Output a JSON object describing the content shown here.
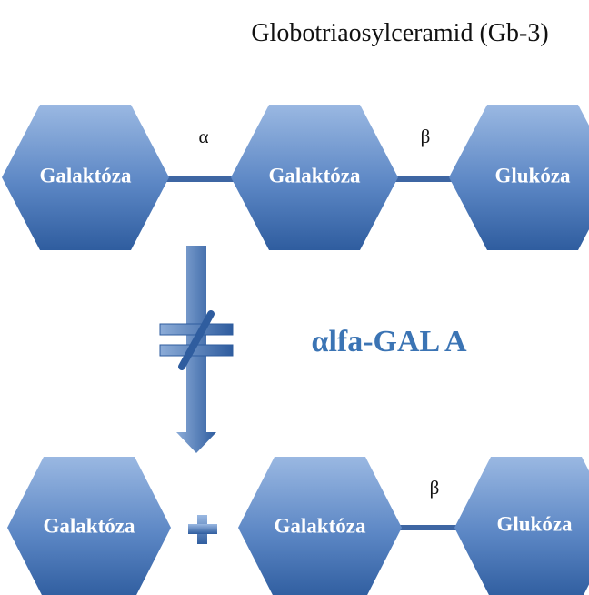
{
  "title": "Globotriaosylceramid (Gb-3)",
  "enzyme": "αlfa-GAL A",
  "colors": {
    "hex_light": "#9ab8e2",
    "hex_dark": "#2f5d9f",
    "arrow_light": "#8cacd8",
    "arrow_dark": "#2f5d9f",
    "enzyme_text": "#3b74b4",
    "bond_line": "#3e66a3"
  },
  "substrate": {
    "units": [
      "Galaktóza",
      "Galaktóza",
      "Glukóza"
    ],
    "bonds": [
      "α",
      "β"
    ]
  },
  "products": {
    "units": [
      "Galaktóza",
      "Galaktóza",
      "Glukóza"
    ],
    "plus": "+",
    "bond": "β"
  },
  "icons": [
    "down-arrow-icon",
    "not-equal-icon",
    "plus-icon"
  ]
}
